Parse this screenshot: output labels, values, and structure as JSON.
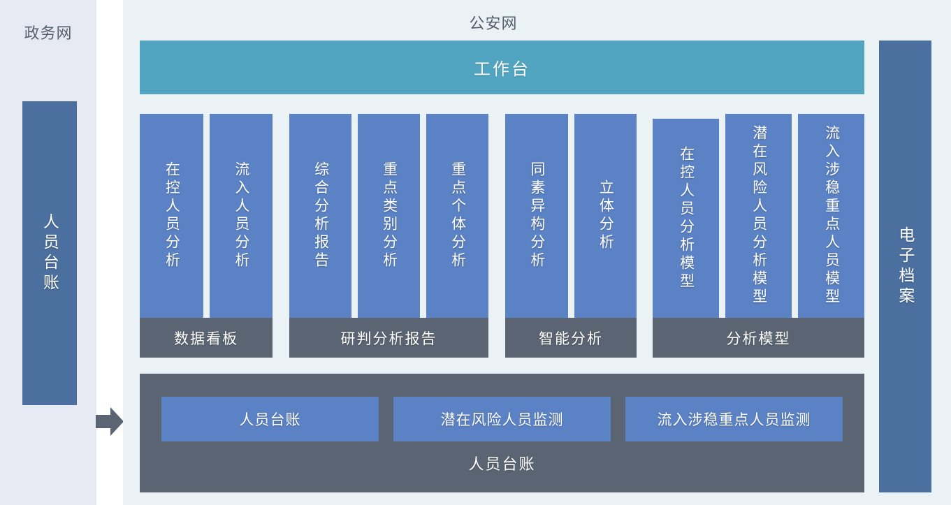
{
  "left_panel": {
    "title": "政务网",
    "box_label": "人员台账",
    "box_color": "#4b6f9e",
    "bg_color": "#e7eaf3"
  },
  "flow_arrow": {
    "icon": "arrow-right-icon",
    "color": "#5a6472"
  },
  "main_panel": {
    "title": "公安网",
    "bg_color": "#eaf2f5",
    "workbench": {
      "label": "工作台",
      "color": "#52a5c0"
    },
    "column_color": "#5b82c4",
    "group_label_color": "#5a6472",
    "groups": [
      {
        "label": "数据看板",
        "columns": [
          {
            "label": "在控人员分析",
            "tall": true
          },
          {
            "label": "流入人员分析",
            "tall": true
          }
        ]
      },
      {
        "label": "研判分析报告",
        "columns": [
          {
            "label": "综合分析报告",
            "tall": true
          },
          {
            "label": "重点类别分析",
            "tall": true
          },
          {
            "label": "重点个体分析",
            "tall": true
          }
        ]
      },
      {
        "label": "智能分析",
        "columns": [
          {
            "label": "同素异构分析",
            "tall": true
          },
          {
            "label": "立体分析",
            "tall": true
          }
        ]
      },
      {
        "label": "分析模型",
        "columns": [
          {
            "label": "在控人员分析模型",
            "tall": false
          },
          {
            "label": "潜在风险人员分析模型",
            "tall": true
          },
          {
            "label": "流入涉稳重点人员模型",
            "tall": true
          }
        ]
      }
    ],
    "ledger": {
      "caption": "人员台账",
      "panel_color": "#5a6472",
      "buttons": [
        {
          "label": "人员台账"
        },
        {
          "label": "潜在风险人员监测"
        },
        {
          "label": "流入涉稳重点人员监测"
        }
      ]
    }
  },
  "right_panel": {
    "box_label": "电子档案",
    "box_color": "#4b6f9e"
  }
}
